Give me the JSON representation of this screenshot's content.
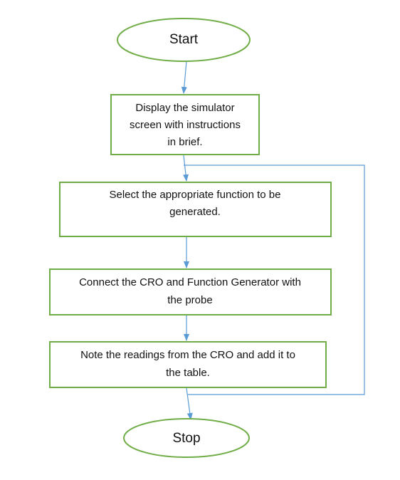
{
  "flowchart": {
    "colors": {
      "node_border": "#70ad47",
      "connector": "#5b9bd5",
      "text": "#111111",
      "background": "#ffffff"
    },
    "start_label": "Start",
    "steps": [
      {
        "lines": [
          "Display the simulator",
          "screen with instructions",
          "in brief."
        ]
      },
      {
        "lines": [
          "Select the appropriate function to be",
          "generated."
        ]
      },
      {
        "lines": [
          "Connect the CRO and Function Generator with",
          "the probe"
        ]
      },
      {
        "lines": [
          "Note the readings from the CRO and add it to",
          "the table."
        ]
      }
    ],
    "stop_label": "Stop"
  }
}
